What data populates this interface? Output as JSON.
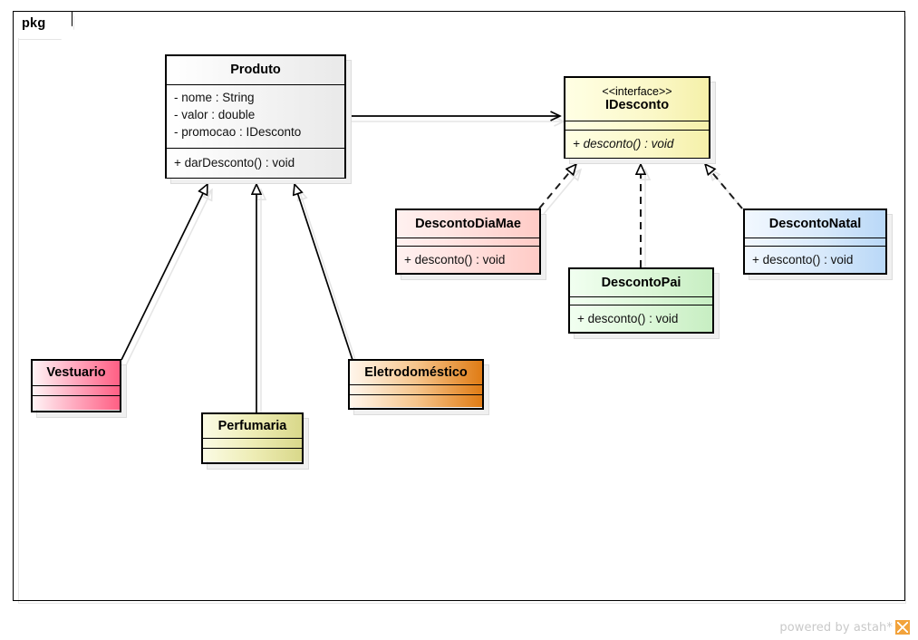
{
  "diagram": {
    "package_label": "pkg",
    "watermark": "powered by astah*",
    "watermark_logo": "astah-logo-icon"
  },
  "classes": {
    "produto": {
      "name": "Produto",
      "attributes": [
        "- nome : String",
        "- valor : double",
        "- promocao : IDesconto"
      ],
      "operations": [
        "+ darDesconto() : void"
      ],
      "fill": "#f3f3f3"
    },
    "idesconto": {
      "stereotype": "<<interface>>",
      "name": "IDesconto",
      "attributes": [],
      "operations": [
        "+ desconto() : void"
      ],
      "fill": "#fbf8c8"
    },
    "descontodiamae": {
      "name": "DescontoDiaMae",
      "attributes": [],
      "operations": [
        "+ desconto() : void"
      ],
      "fill": "#ffdedb"
    },
    "descontopai": {
      "name": "DescontoPai",
      "attributes": [],
      "operations": [
        "+ desconto() : void"
      ],
      "fill": "#dcf7d8"
    },
    "descontonatal": {
      "name": "DescontoNatal",
      "attributes": [],
      "operations": [
        "+ desconto() : void"
      ],
      "fill": "#d8e9fb"
    },
    "vestuario": {
      "name": "Vestuario",
      "attributes": [],
      "operations": [],
      "fill": "#ffa7bd"
    },
    "perfumaria": {
      "name": "Perfumaria",
      "attributes": [],
      "operations": [],
      "fill": "#eeedb6"
    },
    "eletrodomestico": {
      "name": "Eletrodoméstico",
      "attributes": [],
      "operations": [],
      "fill": "#f6c58c"
    }
  },
  "relationships": [
    {
      "type": "association",
      "from": "Produto",
      "to": "IDesconto"
    },
    {
      "type": "generalization",
      "from": "Vestuario",
      "to": "Produto"
    },
    {
      "type": "generalization",
      "from": "Perfumaria",
      "to": "Produto"
    },
    {
      "type": "generalization",
      "from": "Eletrodoméstico",
      "to": "Produto"
    },
    {
      "type": "realization",
      "from": "DescontoDiaMae",
      "to": "IDesconto"
    },
    {
      "type": "realization",
      "from": "DescontoPai",
      "to": "IDesconto"
    },
    {
      "type": "realization",
      "from": "DescontoNatal",
      "to": "IDesconto"
    }
  ]
}
